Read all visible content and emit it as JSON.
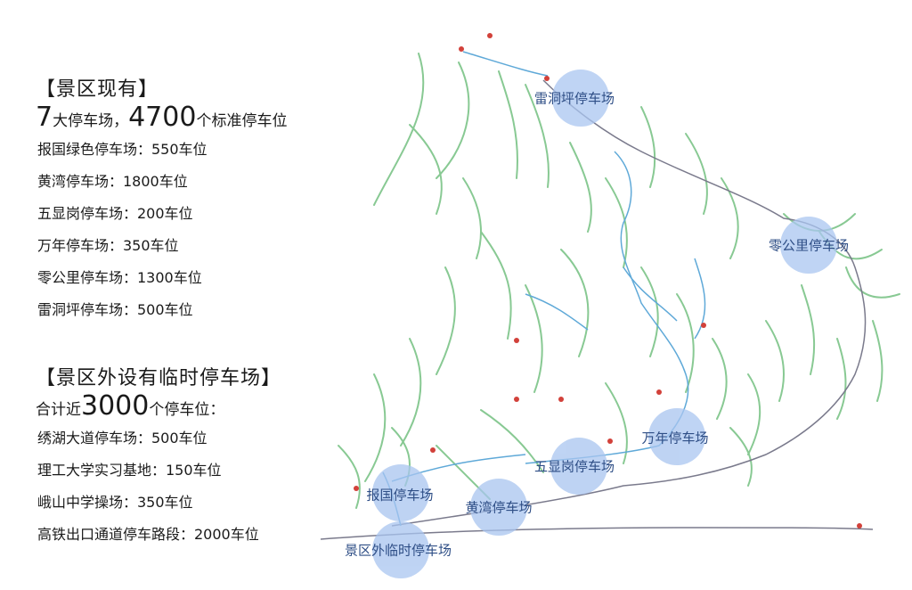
{
  "existing": {
    "heading": "【景区现有】",
    "summary": {
      "n1": "7",
      "t1": "大停车场，",
      "n2": "4700",
      "t2": "个标准停车位"
    },
    "items": [
      "报国绿色停车场：550车位",
      "黄湾停车场：1800车位",
      "五显岗停车场：200车位",
      "万年停车场：350车位",
      "零公里停车场：1300车位",
      "雷洞坪停车场：500车位"
    ]
  },
  "temporary": {
    "heading": "【景区外设有临时停车场】",
    "summary": {
      "t1": "合计近",
      "n1": "3000",
      "t2": "个停车位："
    },
    "items": [
      "绣湖大道停车场：500车位",
      "理工大学实习基地：150车位",
      "峨山中学操场：350车位",
      "高铁出口通道停车路段：2000车位"
    ]
  },
  "map": {
    "circle_color": "#a9c5f0",
    "road_color": "#7a7a8c",
    "river_color": "#5fa9d8",
    "mountain_color": "#7cc488",
    "labels": [
      "雷洞坪停车场",
      "零公里停车场",
      "万年停车场",
      "五显岗停车场",
      "报国停车场",
      "黄湾停车场",
      "景区外临时停车场"
    ]
  }
}
